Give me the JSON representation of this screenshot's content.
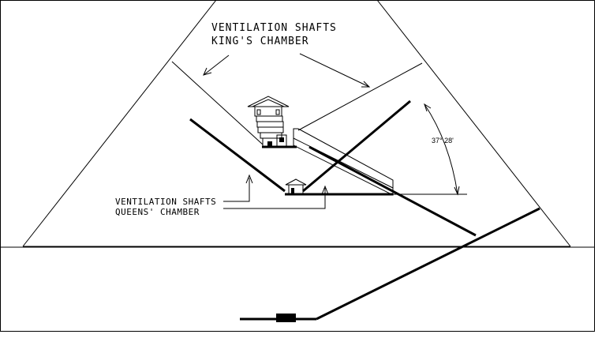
{
  "labels": {
    "kings_shafts_line1": "VENTILATION SHAFTS",
    "kings_shafts_line2": "KING'S CHAMBER",
    "queens_shafts_line1": "VENTILATION SHAFTS",
    "queens_shafts_line2": "QUEENS' CHAMBER",
    "angle": "37° 28'"
  },
  "colors": {
    "line": "#000000",
    "background": "#ffffff"
  }
}
